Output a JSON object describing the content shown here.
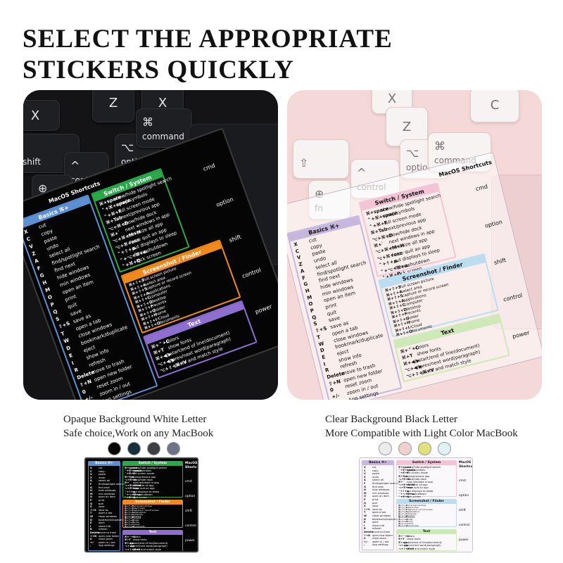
{
  "headline": [
    "SELECT THE APPROPRIATE",
    "STICKERS QUICKLY"
  ],
  "keys": {
    "z": "Z",
    "x": "X",
    "c": "C",
    "shift_label": "shift",
    "shift_glyph": "⇧",
    "control_label": "control",
    "control_glyph": "^",
    "option_label": "option",
    "option_glyph": "⌥",
    "command_label": "command",
    "command_glyph": "⌘",
    "fn_label": "fn",
    "globe_glyph": "⊕"
  },
  "sticker": {
    "brand": "MacOS Shortcuts",
    "panels": {
      "basics": {
        "title": "Basics ⌘+",
        "rows": [
          [
            "X",
            "cut"
          ],
          [
            "C",
            "copy"
          ],
          [
            "V",
            "paste"
          ],
          [
            "Z",
            "undo"
          ],
          [
            "A",
            "select all"
          ],
          [
            "F",
            "find/spotlight search"
          ],
          [
            "G",
            "find next"
          ],
          [
            "H",
            "hide windows"
          ],
          [
            "M",
            "min windows"
          ],
          [
            "O",
            "open an item"
          ],
          [
            "P",
            "print"
          ],
          [
            "Q",
            "quit"
          ],
          [
            "S",
            "save"
          ],
          [
            "⇧+S",
            "save as"
          ],
          [
            "T",
            "open a tab"
          ],
          [
            "W",
            "close windows"
          ],
          [
            "D",
            "bookmark/duplicate"
          ],
          [
            "E",
            "eject"
          ],
          [
            "I",
            "show info"
          ],
          [
            "R",
            "refresh"
          ],
          [
            "Delete",
            "move to trash"
          ],
          [
            "⇧+N",
            "open new folder"
          ],
          [
            "0",
            "reset zoom"
          ],
          [
            "+/-",
            "zoom in / out"
          ],
          [
            ",",
            "App settings"
          ]
        ]
      },
      "switch": {
        "title": "Switch / System",
        "rows": [
          [
            "⌘+space",
            "show/hide spotlight search"
          ],
          [
            "⌃+⌘+space",
            "emoji/symbols"
          ],
          [
            "⌃+⌘+F",
            "full screen mode"
          ],
          [
            "⌘+Tab",
            "next/previous app"
          ],
          [
            "⌥+⌘+D",
            "show/hide dock"
          ],
          [
            "⌘+`",
            "next windows in app"
          ],
          [
            "⌥+⌘+M+H",
            "minimize all app"
          ],
          [
            "⌥+⌘+esc",
            "force quit an app"
          ],
          [
            "⌃+⇧+⏏",
            "put displays to sleep"
          ],
          [
            "⌃+⌥+⌘+⏏",
            "force shutdown"
          ],
          [
            "⌃+⌘+Q",
            "lock screen"
          ]
        ]
      },
      "screenshot": {
        "title": "Screenshot / Finder",
        "rows": [
          [
            "⌘+⇧+3",
            "full screen picture"
          ],
          [
            "⌘+⇧+4",
            "select area"
          ],
          [
            "⌘+⇧+5",
            "capture or record screen"
          ],
          [
            "⌘+⇧+A",
            "applications"
          ],
          [
            "⌘+⇧+C",
            "computer"
          ],
          [
            "⌘+⇧+D",
            "desktop"
          ],
          [
            "⌘+⇧+F",
            "recents"
          ],
          [
            "⌘+⇧+G",
            "folder"
          ],
          [
            "⌘+⇧+H",
            "home"
          ],
          [
            "⌘+⇧+I",
            "iCloud"
          ],
          [
            "⌘+⇧+O",
            "documents"
          ]
        ]
      },
      "text": {
        "title": "Text",
        "rows": [
          [
            "⌘+⌃+C",
            "colors"
          ],
          [
            "⌘+T",
            "show fonts"
          ],
          [
            "⌘+◀/▶",
            "start/end of line(document)"
          ],
          [
            "⌥+◀/▶",
            "prev/next word(paragraph)"
          ],
          [
            "⌥+⇧+⌘+V",
            "paste and match style"
          ]
        ]
      }
    },
    "side_keys": [
      "cmd",
      "option",
      "shift",
      "control",
      "power"
    ]
  },
  "captions": {
    "left_line1": "Opaque Background White Letter",
    "left_line2": "Safe choice,Work on any MacBook",
    "right_line1": "Clear Background Black Letter",
    "right_line2": "More Compatible with Light Color MacBook"
  },
  "swatches": {
    "opaque": [
      "#050505",
      "#17303a",
      "#3e3f42",
      "#6d7488"
    ],
    "clear": [
      "#ececec",
      "#f2cfcf",
      "#e2e07a",
      "#dff3f6"
    ]
  },
  "colors": {
    "basics": "#5d8fd3",
    "switch": "#2aa84a",
    "screenshot": "#f08a1c",
    "text": "#8e6fd0",
    "clear_basics": "#c7b7de",
    "clear_switch": "#f3c3d6",
    "clear_screenshot": "#bcdcf0",
    "clear_text": "#cfe8b8"
  }
}
